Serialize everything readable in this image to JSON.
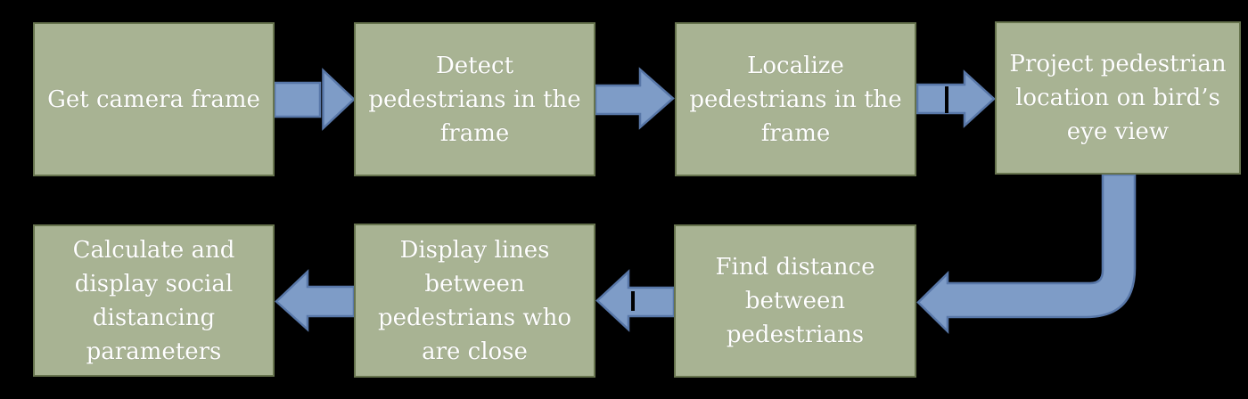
{
  "colors": {
    "background": "#000000",
    "box_fill": "#a8b393",
    "box_border": "#67744e",
    "arrow_fill": "#7e9cc7",
    "arrow_border": "#5877a8",
    "text_color": "#ffffff"
  },
  "boxes": [
    {
      "id": "get-camera-frame",
      "label": "Get camera frame"
    },
    {
      "id": "detect-pedestrians",
      "label": "Detect\npedestrians in the\nframe"
    },
    {
      "id": "localize-pedestrians",
      "label": "Localize\npedestrians in the\nframe"
    },
    {
      "id": "project-birds-eye",
      "label": "Project pedestrian\nlocation on bird’s\neye view"
    },
    {
      "id": "find-distance",
      "label": "Find distance\nbetween\npedestrians"
    },
    {
      "id": "display-lines",
      "label": "Display lines\nbetween\npedestrians who\nare close"
    },
    {
      "id": "calculate-parameters",
      "label": "Calculate and\ndisplay social\ndistancing\nparameters"
    }
  ],
  "connectors": [
    {
      "from": "get-camera-frame",
      "to": "detect-pedestrians",
      "direction": "right",
      "style": "split-head"
    },
    {
      "from": "detect-pedestrians",
      "to": "localize-pedestrians",
      "direction": "right",
      "style": "solid"
    },
    {
      "from": "localize-pedestrians",
      "to": "project-birds-eye",
      "direction": "right",
      "style": "tick-mark"
    },
    {
      "from": "project-birds-eye",
      "to": "find-distance",
      "direction": "down-then-left",
      "style": "rounded-elbow"
    },
    {
      "from": "find-distance",
      "to": "display-lines",
      "direction": "left",
      "style": "tick-mark"
    },
    {
      "from": "display-lines",
      "to": "calculate-parameters",
      "direction": "left",
      "style": "solid"
    }
  ]
}
